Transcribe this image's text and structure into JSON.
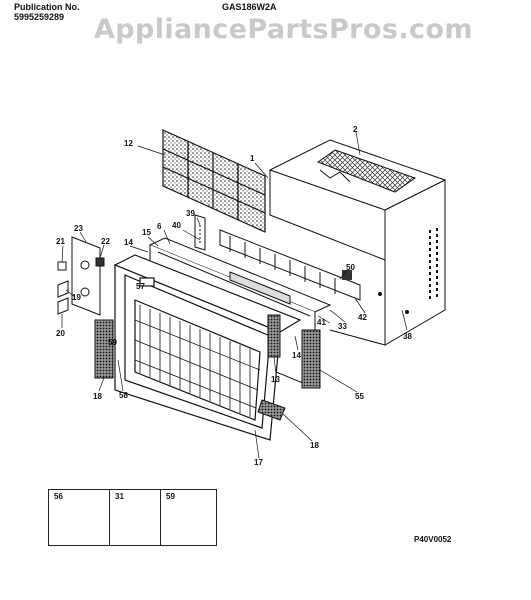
{
  "header": {
    "publication_label": "Publication No.",
    "publication_number": "5995259289",
    "model": "GAS186W2A",
    "watermark": "AppliancePartsPros.com"
  },
  "callouts": {
    "c1": "1",
    "c2": "2",
    "c12": "12",
    "c39": "39",
    "c40": "40",
    "c6": "6",
    "c15": "15",
    "c14a": "14",
    "c23": "23",
    "c22": "22",
    "c21": "21",
    "c19": "19",
    "c20": "20",
    "c50": "50",
    "c42": "42",
    "c38": "38",
    "c33": "33",
    "c41": "41",
    "c14b": "14",
    "c13": "13",
    "c55": "55",
    "c18a": "18",
    "c58": "58",
    "c18b": "18",
    "c17": "17",
    "c57": "57",
    "c59": "59"
  },
  "insets": [
    {
      "label": "56"
    },
    {
      "label": "31"
    },
    {
      "label": "59"
    }
  ],
  "footer": {
    "figure_code": "P40V0052"
  }
}
